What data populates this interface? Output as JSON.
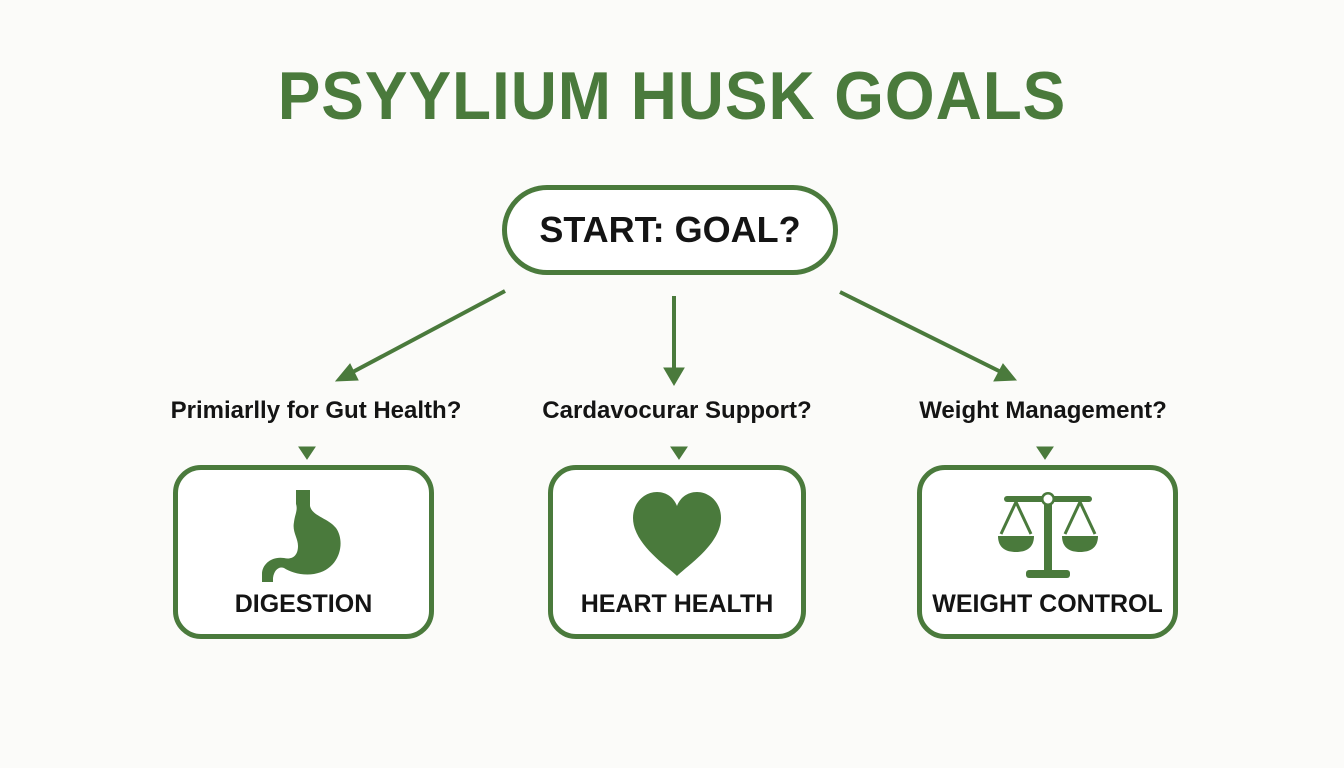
{
  "title": "PSYYLIUM HUSK GOALS",
  "colors": {
    "accent": "#4a7a3c",
    "text": "#141414",
    "background": "#fbfbf9"
  },
  "start_node": {
    "label": "START: GOAL?"
  },
  "branches": [
    {
      "question": "Primiarlly for Gut Health?",
      "outcome": "DIGESTION",
      "icon": "stomach-icon"
    },
    {
      "question": "Cardavocurar Support?",
      "outcome": "HEART HEALTH",
      "icon": "heart-icon"
    },
    {
      "question": "Weight Management?",
      "outcome": "WEIGHT CONTROL",
      "icon": "scale-icon"
    }
  ]
}
